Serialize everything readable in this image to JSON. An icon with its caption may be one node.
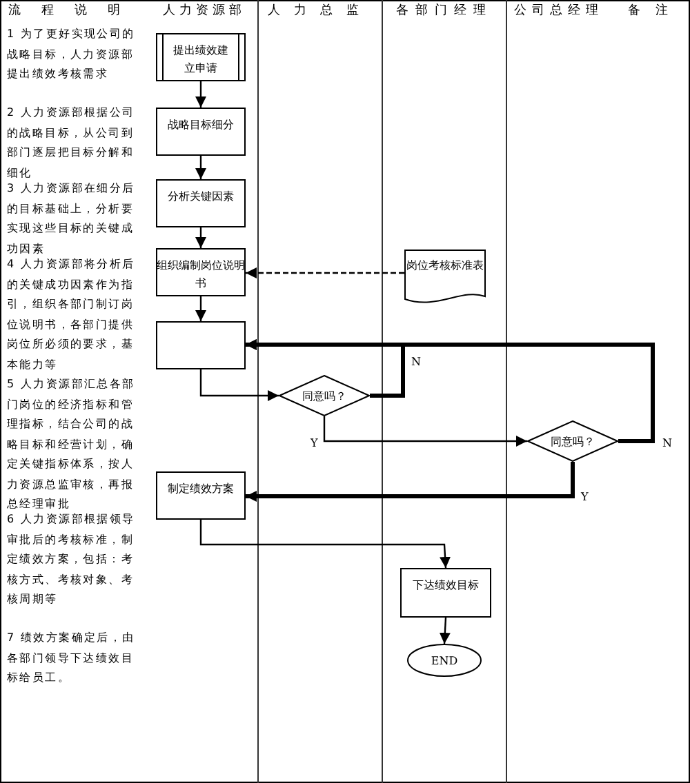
{
  "diagram": {
    "nodes": [
      {
        "text": [
          "提出绩效建立申请"
        ]
      },
      {
        "text": [
          "战略目标细分"
        ]
      },
      {
        "text": [
          "分析关键因素"
        ]
      },
      {
        "text": [
          "组织编制岗位说明书"
        ]
      },
      {
        "text": [],
        "shape": "box"
      },
      {
        "text": [
          "同意吗？"
        ]
      },
      {
        "text": [
          "同意吗？"
        ]
      },
      {
        "text": [
          "制定绩效方案"
        ]
      },
      {
        "text": [
          "岗位考核标准表"
        ]
      },
      {
        "text": [
          "下达绩效目标"
        ]
      },
      {
        "text": [
          "END"
        ]
      }
    ],
    "edges": [
      {
        "from": 0,
        "to": 1,
        "arrow": "to"
      },
      {
        "from": 1,
        "to": 2,
        "arrow": "to"
      },
      {
        "from": 2,
        "to": 3,
        "arrow": "to"
      },
      {
        "from": 8,
        "to": 3,
        "arrow": "to",
        "style": "dashed"
      },
      {
        "from": 3,
        "to": 4,
        "arrow": "to"
      },
      {
        "from": 4,
        "to": 5,
        "arrow": "to"
      },
      {
        "from": 5,
        "to": 4,
        "arrow": "to",
        "label": "N",
        "style": "thick"
      },
      {
        "from": 5,
        "to": 6,
        "arrow": "to",
        "label": "Y"
      },
      {
        "from": 6,
        "to": 4,
        "arrow": "to",
        "label": "N",
        "style": "thick"
      },
      {
        "from": 6,
        "to": 7,
        "arrow": "to",
        "label": "Y",
        "style": "thick"
      },
      {
        "from": 7,
        "to": 9,
        "arrow": "to"
      },
      {
        "from": 9,
        "to": 10,
        "arrow": "to"
      }
    ],
    "labels": [
      "流程说明",
      "人力资源部",
      "人力总监",
      "各部门经理",
      "公司总经理",
      "备注",
      "1 为了更好实现公司的战略目标，人力资源部提出绩效考核需求",
      "2 人力资源部根据公司的战略目标，从公司到部门逐层把目标分解和细化",
      "3 人力资源部在细分后的目标基础上，分析要实现这些目标的关键成功因素",
      "4 人力资源部将分析后的关键成功因素作为指引，组织各部门制订岗位说明书，各部门提供岗位所必须的要求，基本能力等",
      "5 人力资源部汇总各部门岗位的经济指标和管理指标，结合公司的战略目标和经营计划，确定关键指标体系，按人力资源总监审核，再报总经理审批",
      "6 人力资源部根据领导审批后的考核标准，制定绩效方案，包括：考核方式、考核对象、考核周期等",
      "7 绩效方案确定后，由各部门领导下达绩效目标给员工。"
    ]
  }
}
